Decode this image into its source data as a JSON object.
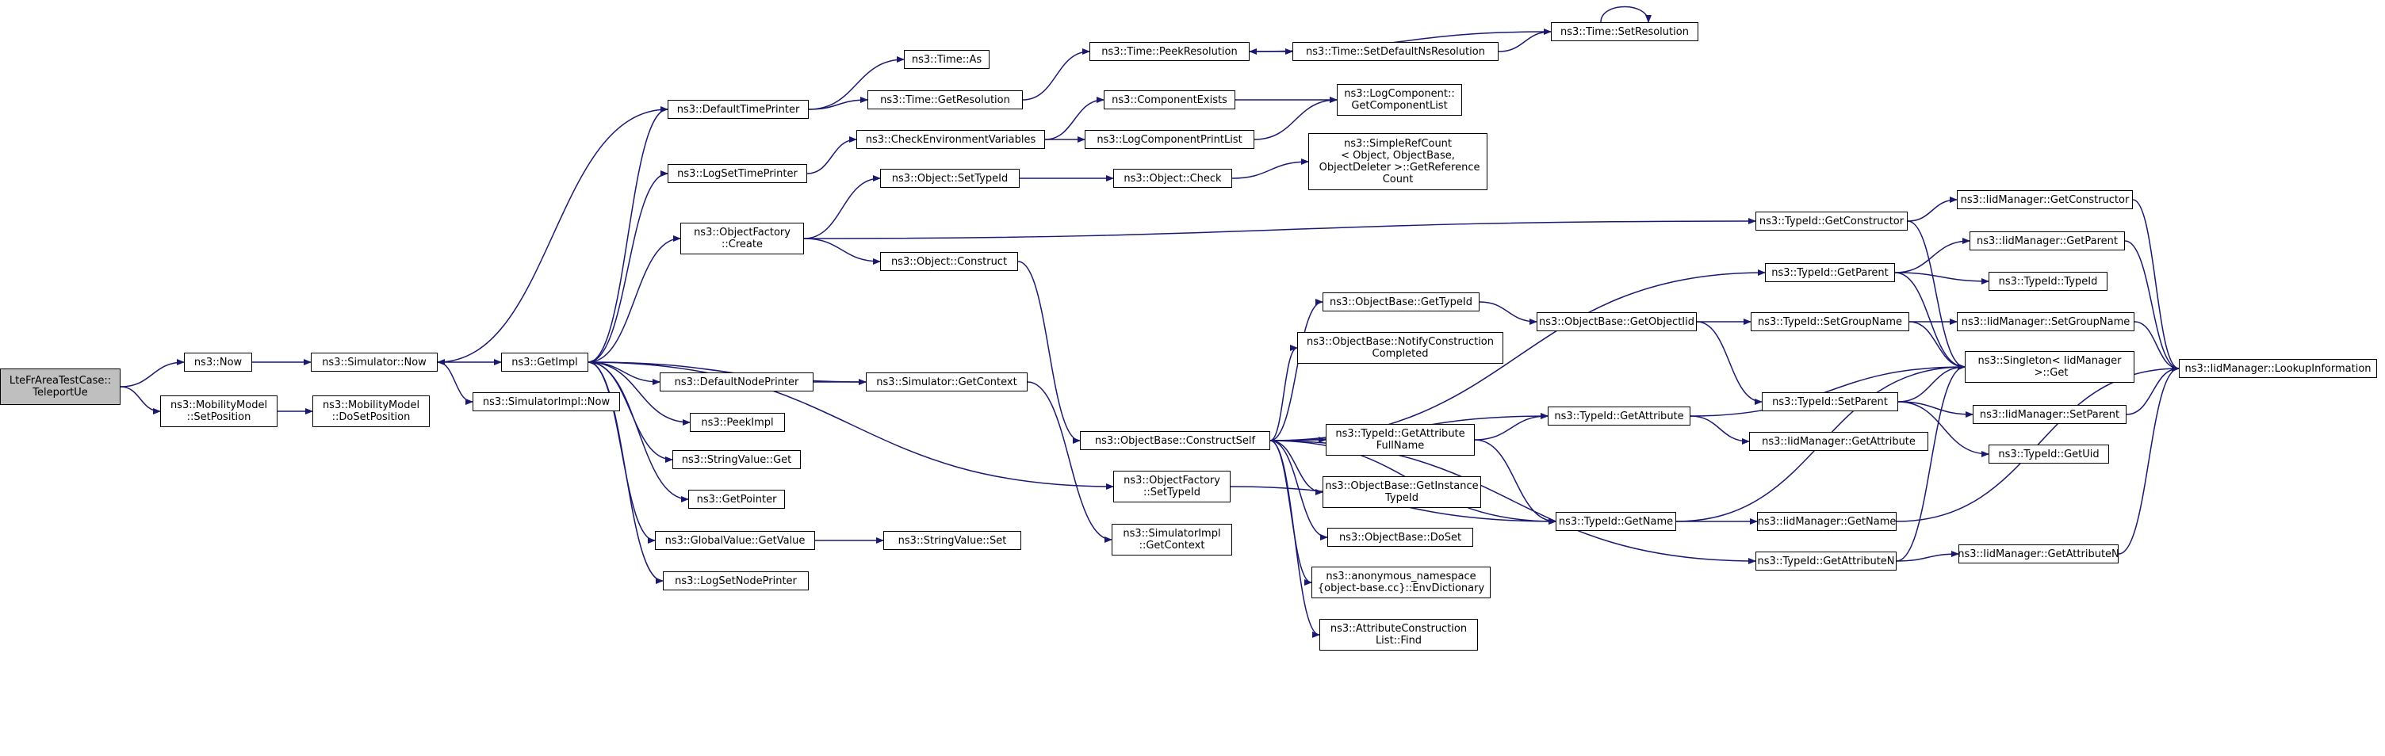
{
  "graph": {
    "edge_color": "#191970",
    "root_fill": "#bfbfbf",
    "nodes": [
      {
        "id": "root",
        "label": "LteFrAreaTestCase::\nTeleportUe",
        "root": true
      },
      {
        "id": "now",
        "label": "ns3::Now"
      },
      {
        "id": "setpos",
        "label": "ns3::MobilityModel\n::SetPosition"
      },
      {
        "id": "dosetpos",
        "label": "ns3::MobilityModel\n::DoSetPosition"
      },
      {
        "id": "simnow",
        "label": "ns3::Simulator::Now"
      },
      {
        "id": "simimplnow",
        "label": "ns3::SimulatorImpl::Now"
      },
      {
        "id": "getimpl",
        "label": "ns3::GetImpl"
      },
      {
        "id": "deftimeprinter",
        "label": "ns3::DefaultTimePrinter"
      },
      {
        "id": "logsettime",
        "label": "ns3::LogSetTimePrinter"
      },
      {
        "id": "ofcreate",
        "label": "ns3::ObjectFactory\n::Create"
      },
      {
        "id": "defnodeprinter",
        "label": "ns3::DefaultNodePrinter"
      },
      {
        "id": "peekimpl",
        "label": "ns3::PeekImpl"
      },
      {
        "id": "strvalget",
        "label": "ns3::StringValue::Get"
      },
      {
        "id": "getpointer",
        "label": "ns3::GetPointer"
      },
      {
        "id": "gvgetvalue",
        "label": "ns3::GlobalValue::GetValue"
      },
      {
        "id": "logsetnode",
        "label": "ns3::LogSetNodePrinter"
      },
      {
        "id": "timeas",
        "label": "ns3::Time::As"
      },
      {
        "id": "timegetres",
        "label": "ns3::Time::GetResolution"
      },
      {
        "id": "checkenv",
        "label": "ns3::CheckEnvironmentVariables"
      },
      {
        "id": "objsettypeid",
        "label": "ns3::Object::SetTypeId"
      },
      {
        "id": "objconstruct",
        "label": "ns3::Object::Construct"
      },
      {
        "id": "simgetctx",
        "label": "ns3::Simulator::GetContext"
      },
      {
        "id": "strvalset",
        "label": "ns3::StringValue::Set"
      },
      {
        "id": "peekres",
        "label": "ns3::Time::PeekResolution"
      },
      {
        "id": "compexists",
        "label": "ns3::ComponentExists"
      },
      {
        "id": "logcompprint",
        "label": "ns3::LogComponentPrintList"
      },
      {
        "id": "objcheck",
        "label": "ns3::Object::Check"
      },
      {
        "id": "obconstructself",
        "label": "ns3::ObjectBase::ConstructSelf"
      },
      {
        "id": "ofsettypeid",
        "label": "ns3::ObjectFactory\n::SetTypeId"
      },
      {
        "id": "simimplgetctx",
        "label": "ns3::SimulatorImpl\n::GetContext"
      },
      {
        "id": "setdefres",
        "label": "ns3::Time::SetDefaultNsResolution"
      },
      {
        "id": "logcomplist",
        "label": "ns3::LogComponent::\nGetComponentList"
      },
      {
        "id": "simplerefcount",
        "label": "ns3::SimpleRefCount\n< Object, ObjectBase,\n ObjectDeleter >::GetReference\nCount"
      },
      {
        "id": "obgettypeid",
        "label": "ns3::ObjectBase::GetTypeId"
      },
      {
        "id": "obnotify",
        "label": "ns3::ObjectBase::NotifyConstruction\nCompleted"
      },
      {
        "id": "tidgetattrfull",
        "label": "ns3::TypeId::GetAttribute\nFullName"
      },
      {
        "id": "obgetinst",
        "label": "ns3::ObjectBase::GetInstance\nTypeId"
      },
      {
        "id": "obdoset",
        "label": "ns3::ObjectBase::DoSet"
      },
      {
        "id": "envdict",
        "label": "ns3::anonymous_namespace\n{object-base.cc}::EnvDictionary"
      },
      {
        "id": "attrconstr",
        "label": "ns3::AttributeConstruction\nList::Find"
      },
      {
        "id": "timesetres",
        "label": "ns3::Time::SetResolution"
      },
      {
        "id": "tidgetconstr",
        "label": "ns3::TypeId::GetConstructor"
      },
      {
        "id": "tidgetparent",
        "label": "ns3::TypeId::GetParent"
      },
      {
        "id": "obgetobjiid",
        "label": "ns3::ObjectBase::GetObjectIid"
      },
      {
        "id": "tidgetattr",
        "label": "ns3::TypeId::GetAttribute"
      },
      {
        "id": "tidgetname",
        "label": "ns3::TypeId::GetName"
      },
      {
        "id": "tidgetattrn",
        "label": "ns3::TypeId::GetAttributeN"
      },
      {
        "id": "tidsetgroup",
        "label": "ns3::TypeId::SetGroupName"
      },
      {
        "id": "tidsetparent",
        "label": "ns3::TypeId::SetParent"
      },
      {
        "id": "iidgetconstr",
        "label": "ns3::IidManager::GetConstructor"
      },
      {
        "id": "iidgetparent",
        "label": "ns3::IidManager::GetParent"
      },
      {
        "id": "tidtypeid",
        "label": "ns3::TypeId::TypeId"
      },
      {
        "id": "iidsetgroup",
        "label": "ns3::IidManager::SetGroupName"
      },
      {
        "id": "singleton",
        "label": "ns3::Singleton< IidManager\n >::Get"
      },
      {
        "id": "iidsetparent",
        "label": "ns3::IidManager::SetParent"
      },
      {
        "id": "tidgetuid",
        "label": "ns3::TypeId::GetUid"
      },
      {
        "id": "iidgetattr",
        "label": "ns3::IidManager::GetAttribute"
      },
      {
        "id": "iidgetname",
        "label": "ns3::IidManager::GetName"
      },
      {
        "id": "iidgetattrn",
        "label": "ns3::IidManager::GetAttributeN"
      },
      {
        "id": "iidlookup",
        "label": "ns3::IidManager::LookupInformation"
      }
    ],
    "edges": [
      [
        "root",
        "now"
      ],
      [
        "root",
        "setpos"
      ],
      [
        "now",
        "simnow"
      ],
      [
        "setpos",
        "dosetpos"
      ],
      [
        "simnow",
        "getimpl"
      ],
      [
        "simnow",
        "simimplnow"
      ],
      [
        "getimpl",
        "deftimeprinter"
      ],
      [
        "getimpl",
        "logsettime"
      ],
      [
        "getimpl",
        "ofcreate"
      ],
      [
        "getimpl",
        "defnodeprinter"
      ],
      [
        "getimpl",
        "peekimpl"
      ],
      [
        "getimpl",
        "strvalget"
      ],
      [
        "getimpl",
        "getpointer"
      ],
      [
        "getimpl",
        "gvgetvalue"
      ],
      [
        "getimpl",
        "logsetnode"
      ],
      [
        "getimpl",
        "ofsettypeid"
      ],
      [
        "deftimeprinter",
        "simnow"
      ],
      [
        "deftimeprinter",
        "timeas"
      ],
      [
        "deftimeprinter",
        "timegetres"
      ],
      [
        "timegetres",
        "peekres"
      ],
      [
        "peekres",
        "setdefres"
      ],
      [
        "setdefres",
        "timesetres"
      ],
      [
        "timesetres",
        "peekres"
      ],
      [
        "timesetres",
        "timesetres"
      ],
      [
        "logsettime",
        "checkenv"
      ],
      [
        "checkenv",
        "compexists"
      ],
      [
        "checkenv",
        "logcompprint"
      ],
      [
        "compexists",
        "logcomplist"
      ],
      [
        "logcompprint",
        "logcomplist"
      ],
      [
        "ofcreate",
        "objsettypeid"
      ],
      [
        "ofcreate",
        "objconstruct"
      ],
      [
        "ofcreate",
        "tidgetconstr"
      ],
      [
        "objsettypeid",
        "objcheck"
      ],
      [
        "objcheck",
        "simplerefcount"
      ],
      [
        "objconstruct",
        "obconstructself"
      ],
      [
        "defnodeprinter",
        "simgetctx"
      ],
      [
        "simgetctx",
        "getimpl"
      ],
      [
        "simgetctx",
        "simimplgetctx"
      ],
      [
        "gvgetvalue",
        "strvalset"
      ],
      [
        "obconstructself",
        "obgettypeid"
      ],
      [
        "obconstructself",
        "obnotify"
      ],
      [
        "obconstructself",
        "tidgetattrfull"
      ],
      [
        "obconstructself",
        "obgetinst"
      ],
      [
        "obconstructself",
        "obdoset"
      ],
      [
        "obconstructself",
        "envdict"
      ],
      [
        "obconstructself",
        "attrconstr"
      ],
      [
        "obconstructself",
        "tidgetparent"
      ],
      [
        "obconstructself",
        "tidgetattr"
      ],
      [
        "obconstructself",
        "tidgetname"
      ],
      [
        "obconstructself",
        "tidgetattrn"
      ],
      [
        "ofsettypeid",
        "tidgetname"
      ],
      [
        "obgettypeid",
        "obgetobjiid"
      ],
      [
        "obgetobjiid",
        "tidsetgroup"
      ],
      [
        "obgetobjiid",
        "tidsetparent"
      ],
      [
        "tidgetattrfull",
        "tidgetattr"
      ],
      [
        "tidgetattrfull",
        "tidgetname"
      ],
      [
        "tidgetconstr",
        "iidgetconstr"
      ],
      [
        "tidgetconstr",
        "singleton"
      ],
      [
        "tidgetparent",
        "iidgetparent"
      ],
      [
        "tidgetparent",
        "tidtypeid"
      ],
      [
        "tidgetparent",
        "singleton"
      ],
      [
        "tidsetgroup",
        "iidsetgroup"
      ],
      [
        "tidsetgroup",
        "singleton"
      ],
      [
        "tidsetparent",
        "iidsetparent"
      ],
      [
        "tidsetparent",
        "tidgetuid"
      ],
      [
        "tidsetparent",
        "singleton"
      ],
      [
        "tidgetattr",
        "iidgetattr"
      ],
      [
        "tidgetattr",
        "singleton"
      ],
      [
        "tidgetname",
        "iidgetname"
      ],
      [
        "tidgetname",
        "singleton"
      ],
      [
        "tidgetattrn",
        "iidgetattrn"
      ],
      [
        "tidgetattrn",
        "singleton"
      ],
      [
        "iidgetconstr",
        "iidlookup"
      ],
      [
        "iidgetparent",
        "iidlookup"
      ],
      [
        "iidsetgroup",
        "iidlookup"
      ],
      [
        "iidsetparent",
        "iidlookup"
      ],
      [
        "iidgetname",
        "iidlookup"
      ],
      [
        "iidgetattrn",
        "iidlookup"
      ]
    ]
  }
}
